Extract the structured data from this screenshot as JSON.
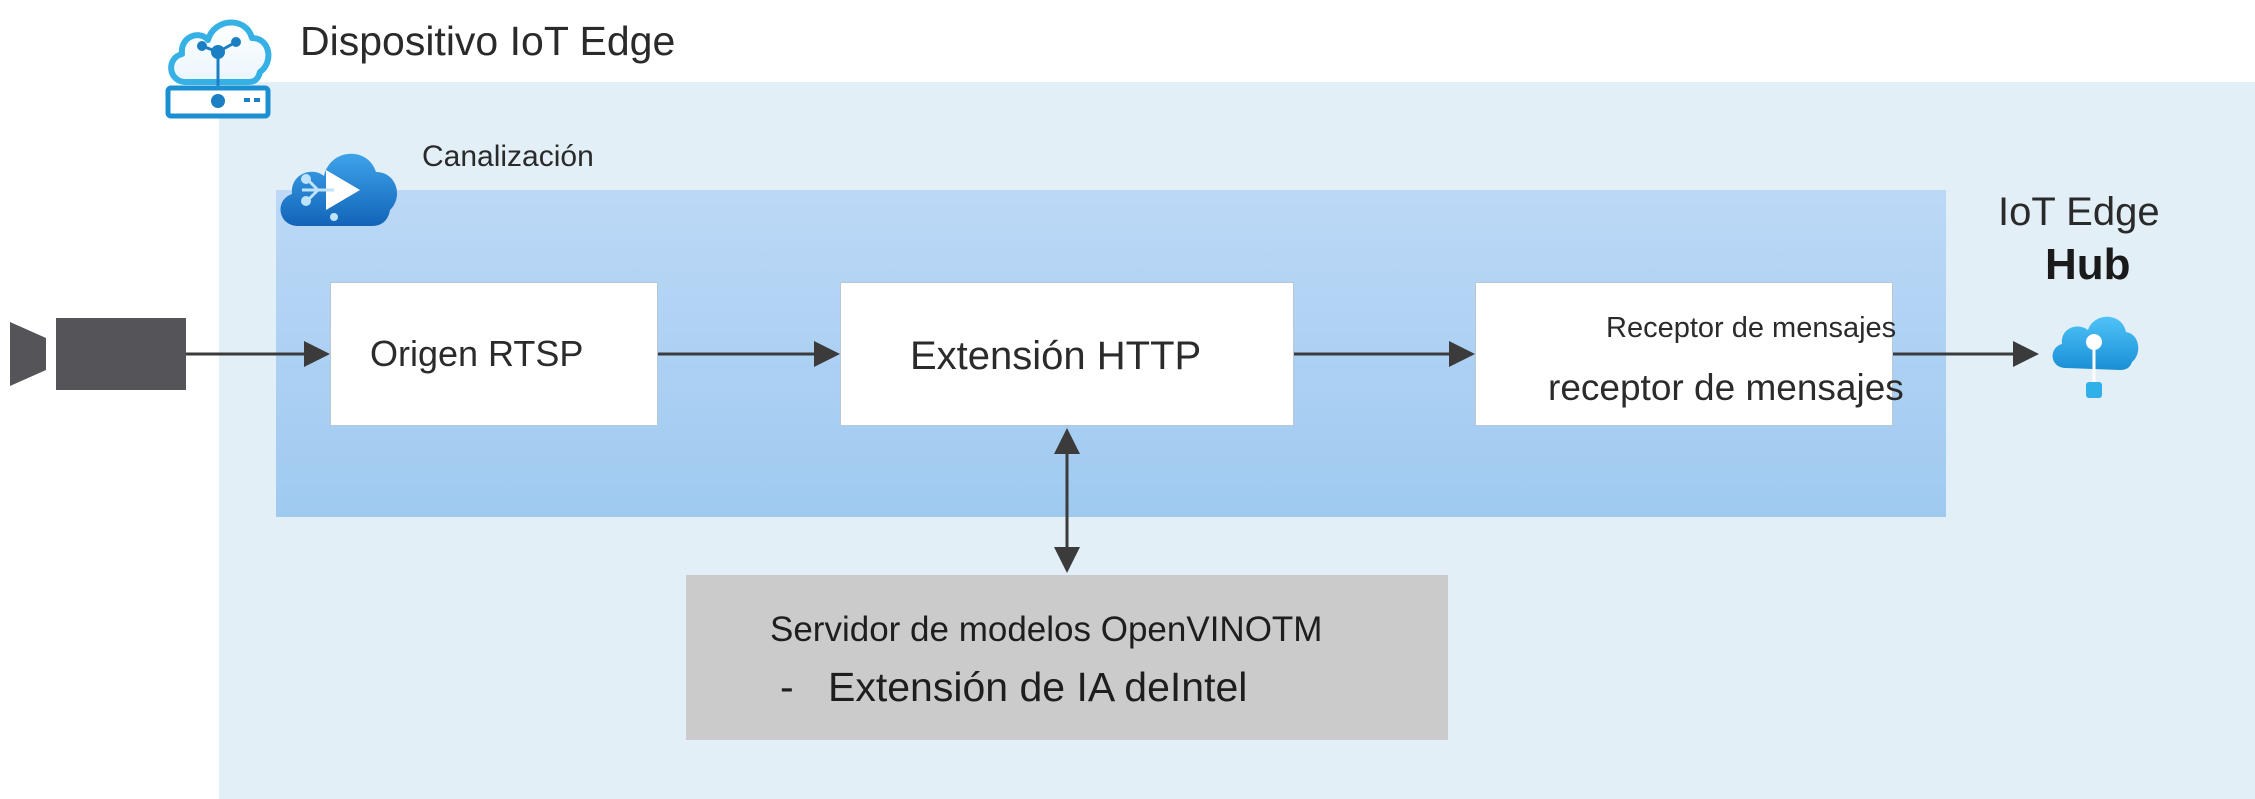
{
  "device": {
    "title": "Dispositivo IoT Edge",
    "icon": "iot-edge-device-cloud-icon"
  },
  "pipeline": {
    "title": "Canalización",
    "icon": "video-analyzer-cloud-icon"
  },
  "nodes": {
    "rtsp_source": {
      "label": "Origen RTSP"
    },
    "http_extension": {
      "label": "Extensión HTTP"
    },
    "message_sink": {
      "label_top": "Receptor de mensajes",
      "label_main": "receptor de mensajes"
    }
  },
  "model_server": {
    "line1": "Servidor de modelos OpenVINOTM",
    "line2_dash": "-",
    "line2": "Extensión de IA deIntel"
  },
  "hub": {
    "label1": "IoT Edge",
    "label2": "Hub",
    "icon": "iot-hub-icon"
  },
  "camera": {
    "icon": "camera-icon"
  },
  "colors": {
    "device_bg": "#e3eff7",
    "pipeline_top": "#bcd8f6",
    "pipeline_bottom": "#9fcaf0",
    "arrow": "#3b3b3b",
    "model_box": "#cbcbcb",
    "icon_blue": "#1a8fd6"
  }
}
